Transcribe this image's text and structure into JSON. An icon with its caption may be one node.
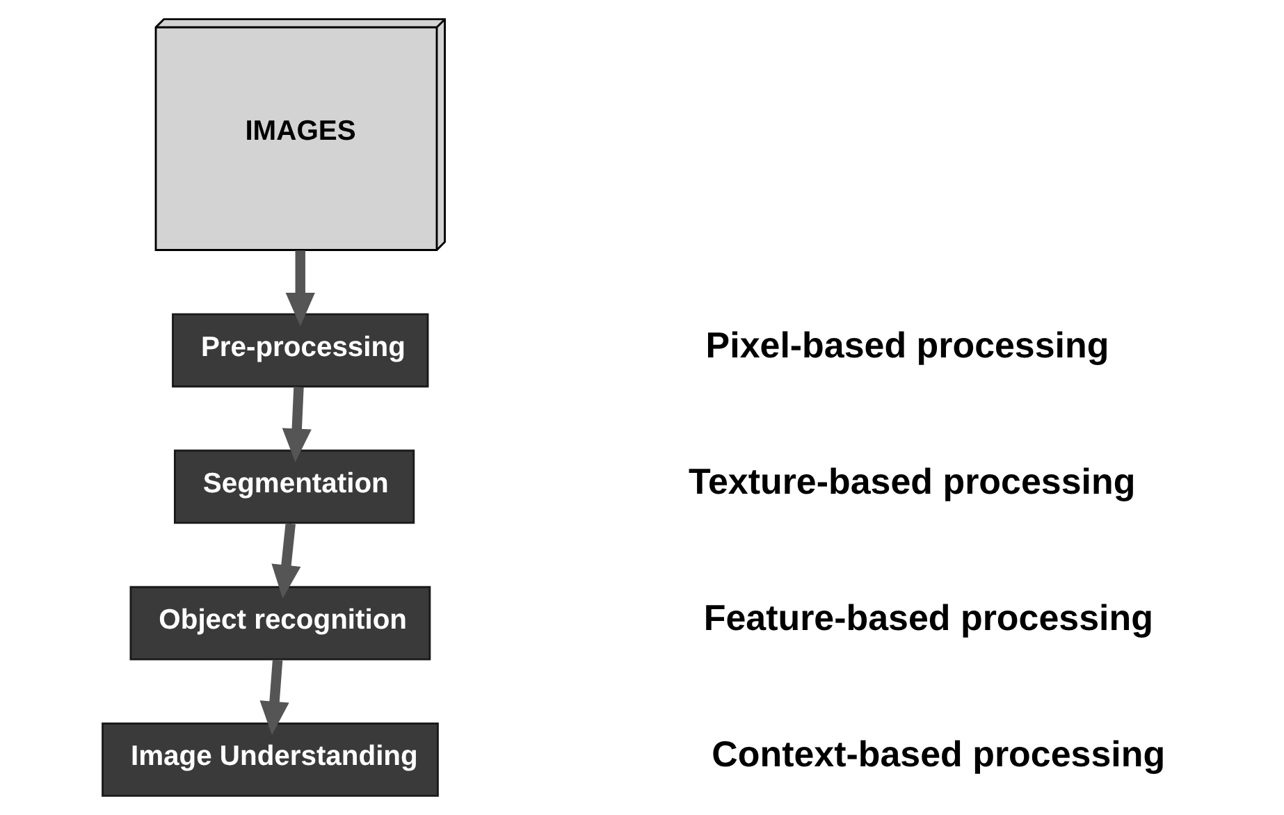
{
  "diagram": {
    "nodes": [
      {
        "text": [
          "IMAGES"
        ]
      },
      {
        "text": [
          "Pre-processing"
        ]
      },
      {
        "text": [
          "Segmentation"
        ]
      },
      {
        "text": [
          "Object recognition"
        ]
      },
      {
        "text": [
          "Image Understanding"
        ]
      }
    ],
    "edges": [
      {
        "from": 0,
        "to": 1,
        "arrow": "to"
      },
      {
        "from": 1,
        "to": 2,
        "arrow": "to"
      },
      {
        "from": 2,
        "to": 3,
        "arrow": "to"
      },
      {
        "from": 3,
        "to": 4,
        "arrow": "to"
      }
    ],
    "labels": [
      "Pixel-based processing",
      "Texture-based processing",
      "Feature-based processing",
      "Context-based processing"
    ]
  }
}
